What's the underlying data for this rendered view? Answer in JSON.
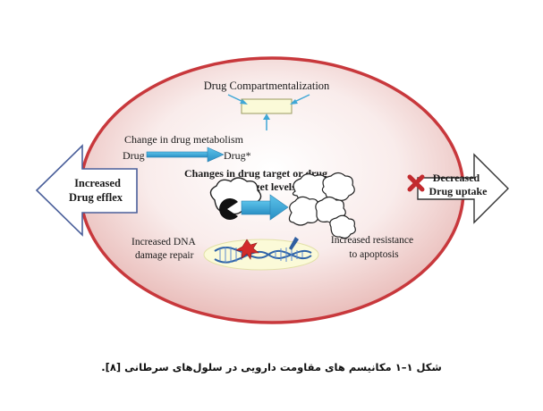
{
  "diagram": {
    "compartmentalization": "Drug Compartmentalization",
    "metabolism_title": "Change in drug metabolism",
    "metabolism_from": "Drug",
    "metabolism_to": "Drug*",
    "target_line1": "Changes in drug target or drug",
    "target_line2": "target levels",
    "efflux_line1": "Increased",
    "efflux_line2": "Drug efflex",
    "uptake_line1": "Decreased",
    "uptake_line2": "Drug uptake",
    "dna_line1": "Increased DNA",
    "dna_line2": "damage repair",
    "apoptosis_line1": "Increased resistance",
    "apoptosis_line2": "to apoptosis"
  },
  "caption": "شکل ۱–۱ مکانیسم های مقاومت دارویی در سلول‌های سرطانی [۸].",
  "colors": {
    "cell_fill": "#f2d6d4",
    "cell_stroke": "#c8383c",
    "arrow_blue": "#3fa7d6",
    "efflux_stroke": "#4a5f9a",
    "x_mark": "#c22a2e",
    "dna_oval": "#fbfad8"
  }
}
